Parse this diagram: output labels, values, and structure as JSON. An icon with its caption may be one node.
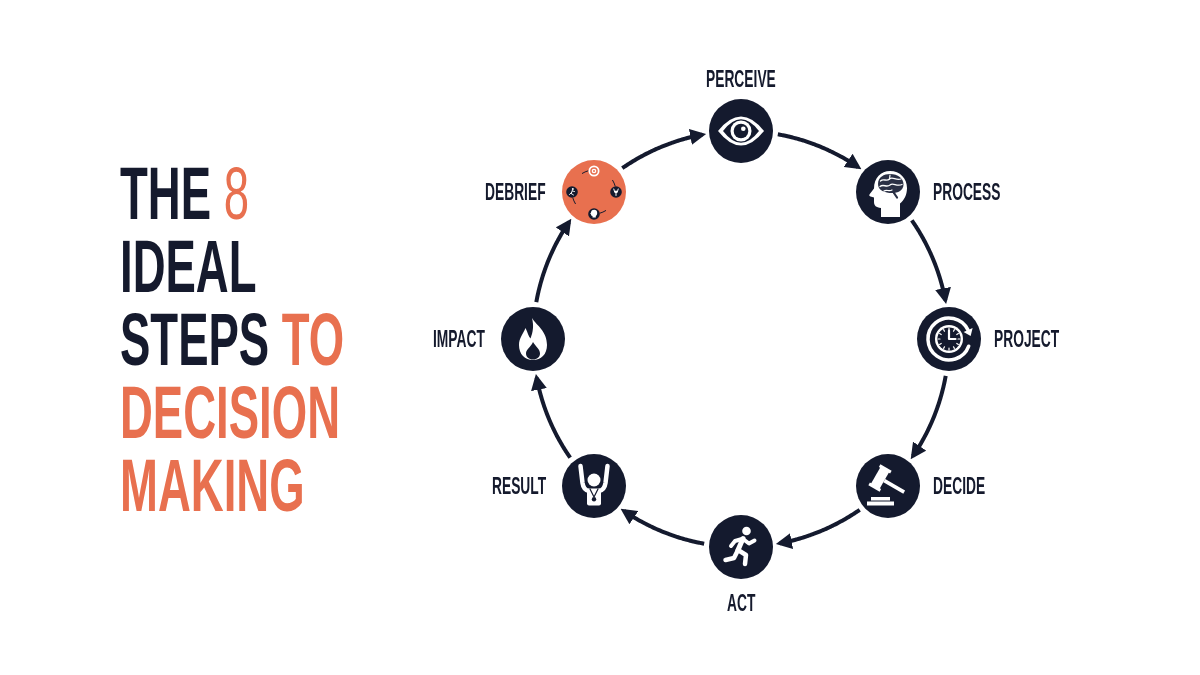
{
  "diagram": {
    "title": "THE 8 IDEAL STEPS TO DECISION MAKING",
    "nodes": [
      {
        "text": [
          "PERCEIVE"
        ]
      },
      {
        "text": [
          "PROCESS"
        ]
      },
      {
        "text": [
          "PROJECT"
        ]
      },
      {
        "text": [
          "DECIDE"
        ]
      },
      {
        "text": [
          "ACT"
        ]
      },
      {
        "text": [
          "RESULT"
        ]
      },
      {
        "text": [
          "IMPACT"
        ]
      },
      {
        "text": [
          "DEBRIEF"
        ]
      }
    ],
    "edges": [
      {
        "from": 0,
        "to": 1,
        "arrow": "to"
      },
      {
        "from": 1,
        "to": 2,
        "arrow": "to"
      },
      {
        "from": 2,
        "to": 3,
        "arrow": "to"
      },
      {
        "from": 3,
        "to": 4,
        "arrow": "to"
      },
      {
        "from": 4,
        "to": 5,
        "arrow": "to"
      },
      {
        "from": 5,
        "to": 6,
        "arrow": "to"
      },
      {
        "from": 6,
        "to": 7,
        "arrow": "to"
      },
      {
        "from": 7,
        "to": 0,
        "arrow": "to"
      }
    ]
  }
}
